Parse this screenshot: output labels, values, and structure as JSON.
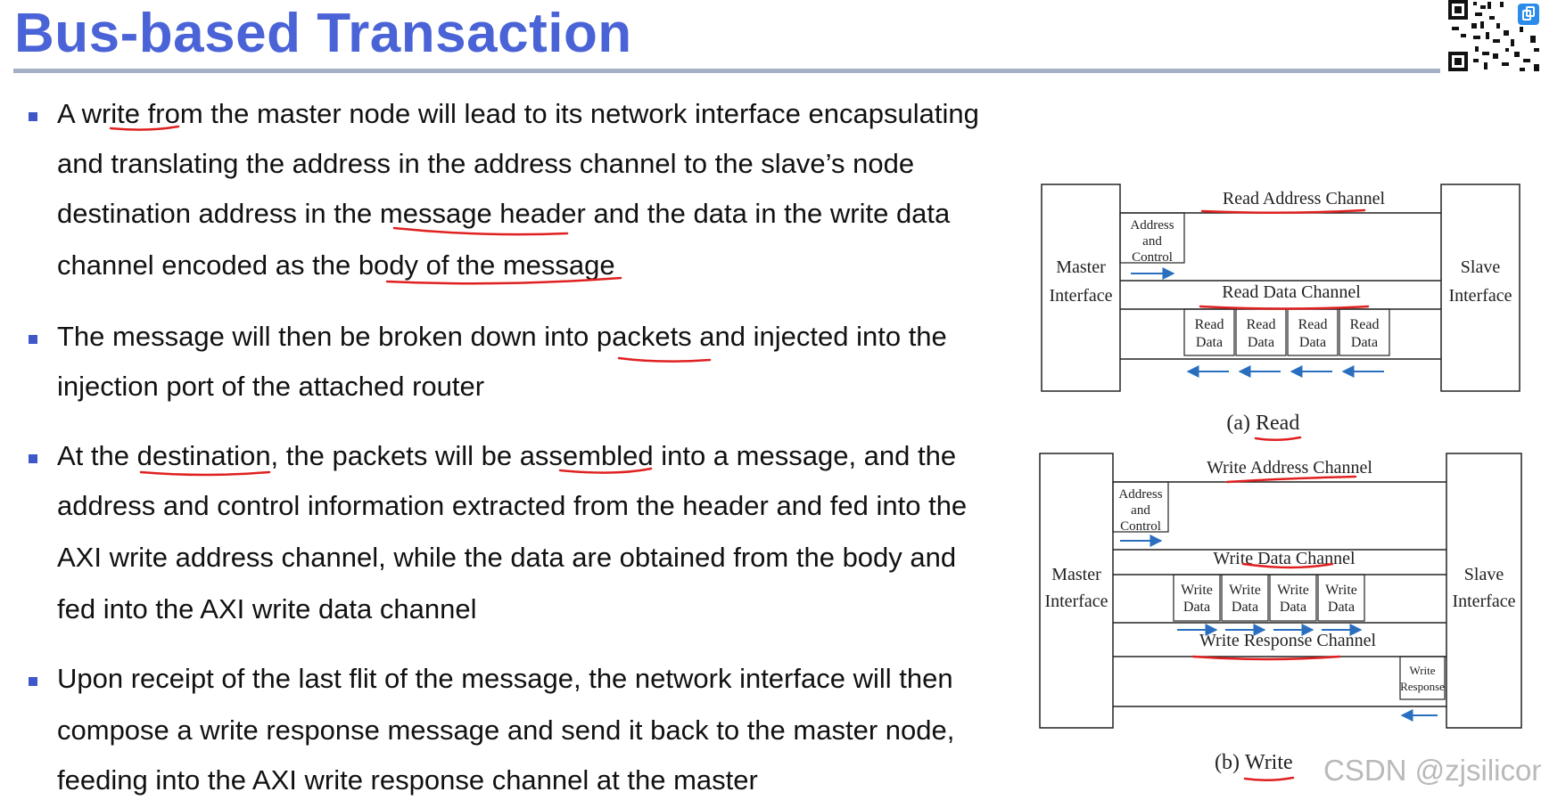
{
  "title": "Bus-based Transaction",
  "bullets": [
    {
      "lines": [
        "A write from the master node will lead to its network interface encapsulating",
        "and translating the address in the address channel to the slave’s node",
        "destination address in the message header and the data in the write data",
        "channel encoded as the body of the message"
      ]
    },
    {
      "lines": [
        "The message will then be broken down into packets and injected into the",
        "injection port of the attached router"
      ]
    },
    {
      "lines": [
        "At the destination, the packets will be assembled into a message, and the",
        "address and control information extracted from the header and fed into the",
        "AXI write address channel, while the data are obtained from the body and",
        "fed into the AXI write data channel"
      ]
    },
    {
      "lines": [
        "Upon receipt of the last flit of the message, the network interface will then",
        "compose a write response message and send it back to the master node,",
        "feeding into the AXI write response channel at the master"
      ]
    }
  ],
  "diagram_read": {
    "master": [
      "Master",
      "Interface"
    ],
    "slave": [
      "Slave",
      "Interface"
    ],
    "address_channel": "Read Address Channel",
    "address_block": [
      "Address",
      "and",
      "Control"
    ],
    "data_channel": "Read Data Channel",
    "data_block": [
      "Read",
      "Data"
    ],
    "caption_prefix": "(a)",
    "caption_word": "Read"
  },
  "diagram_write": {
    "master": [
      "Master",
      "Interface"
    ],
    "slave": [
      "Slave",
      "Interface"
    ],
    "address_channel": "Write Address Channel",
    "address_block": [
      "Address",
      "and",
      "Control"
    ],
    "data_channel": "Write Data Channel",
    "data_block": [
      "Write",
      "Data"
    ],
    "response_channel": "Write Response Channel",
    "response_block": [
      "Write",
      "Response"
    ],
    "caption_prefix": "(b)",
    "caption_word": "Write"
  },
  "watermark": "CSDN @zjsilicon",
  "colors": {
    "title": "#4a63d6",
    "rule": "#a4afc6",
    "bullet": "#3f57c9",
    "annotation": "#e02020",
    "arrow": "#2a6fbf"
  }
}
